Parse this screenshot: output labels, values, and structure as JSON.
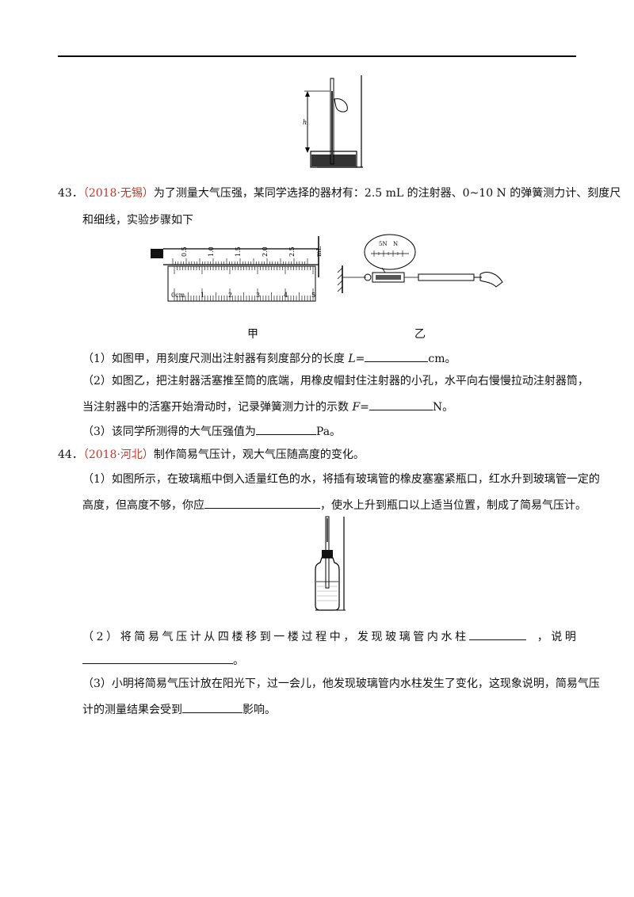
{
  "q43": {
    "number": "43．",
    "source": "（2018·无锡）",
    "stem_a": "为了测量大气压强，某同学选择的器材有：2.5 mL 的注射器、0~10 N 的弹簧测力计、刻度尺",
    "stem_b": "和细线，实验步骤如下",
    "fig_label_left": "甲",
    "fig_label_right": "乙",
    "ruler_ticks": [
      "0cm",
      "1",
      "2",
      "3",
      "4",
      "5"
    ],
    "syringe_ticks": [
      "0.5",
      "1.0",
      "1.5",
      "2.0",
      "2.5",
      "mL"
    ],
    "p1_a": "（1）如图甲，用刻度尺测出注射器有刻度部分的长度 ",
    "p1_var": "L",
    "p1_b": "=",
    "p1_unit": "cm。",
    "p2_a": "（2）如图乙，把注射器活塞推至筒的底端，用橡皮帽封住注射器的小孔，水平向右慢慢拉动注射器筒，",
    "p2_b": "当注射器中的活塞开始滑动时，记录弹簧测力计的示数 ",
    "p2_var": "F",
    "p2_c": "=",
    "p2_unit": "N。",
    "p3_a": "（3）该同学所测得的大气压强值为",
    "p3_unit": "Pa。"
  },
  "q44": {
    "number": "44．",
    "source": "（2018·河北）",
    "stem": "制作简易气压计，观大气压随高度的变化。",
    "p1_a": "（1）如图所示，在玻璃瓶中倒入适量红色的水，将插有玻璃管的橡皮塞塞紧瓶口，红水升到玻璃管一定的",
    "p1_b": "高度，但高度不够，你应",
    "p1_c": "，使水上升到瓶口以上适当位置，制成了简易气压计。",
    "p2_a": "（2）将简易气压计从四楼移到一楼过程中，发现玻璃管内水柱",
    "p2_b": "，说明",
    "p2_end": "。",
    "p3_a": "（3）小明将简易气压计放在阳光下，过一会儿，他发现玻璃管内水柱发生了变化，这现象说明，简易气压",
    "p3_b": "计的测量结果会受到",
    "p3_c": "影响。"
  },
  "fig_top_label": "h"
}
